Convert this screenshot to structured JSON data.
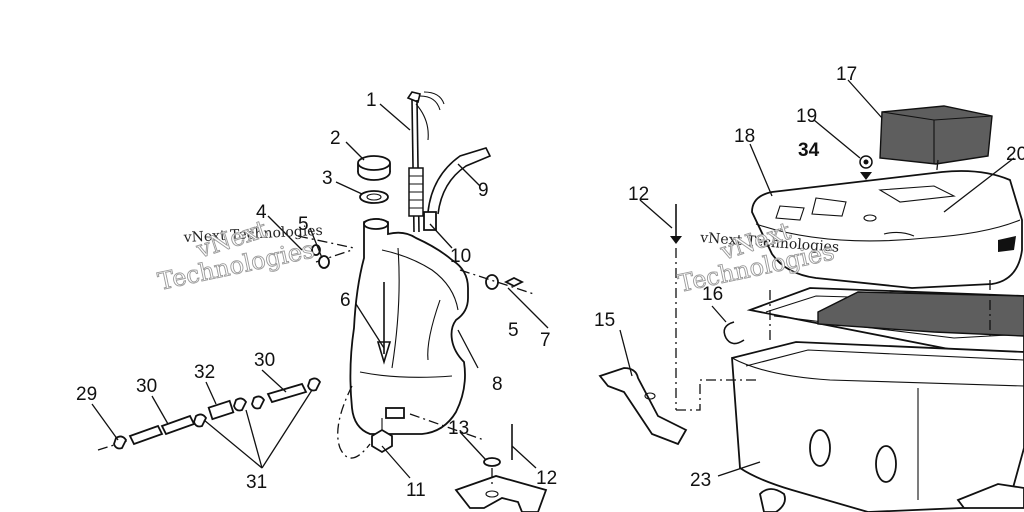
{
  "diagram": {
    "callouts": {
      "c1": "1",
      "c2": "2",
      "c3": "3",
      "c4": "4",
      "c5a": "5",
      "c5b": "5",
      "c6": "6",
      "c7": "7",
      "c8": "8",
      "c9": "9",
      "c10": "10",
      "c11": "11",
      "c12a": "12",
      "c12b": "12",
      "c13": "13",
      "c15": "15",
      "c16": "16",
      "c17": "17",
      "c18": "18",
      "c19": "19",
      "c20": "20",
      "c23": "23",
      "c29": "29",
      "c30a": "30",
      "c30b": "30",
      "c31": "31",
      "c32": "32",
      "c34": "34"
    },
    "watermarks": {
      "small": "vNext Technologies",
      "large_top": "vNext",
      "large_bottom": "Technologies"
    }
  },
  "colors": {
    "ink": "#111111",
    "foam": "#5e5e5e",
    "background": "#ffffff",
    "watermark_outline": "#9a9a9a"
  }
}
